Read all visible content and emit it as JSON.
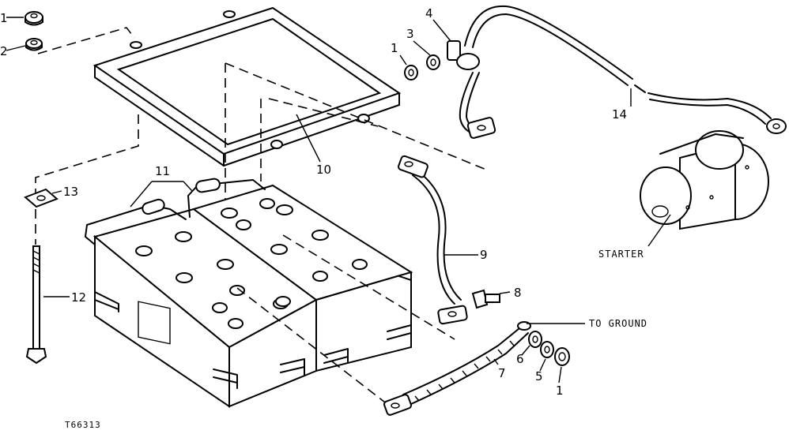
{
  "callouts": {
    "c1_top": "1",
    "c2": "2",
    "c1_mid": "1",
    "c3": "3",
    "c4": "4",
    "c14": "14",
    "c10": "10",
    "c11": "11",
    "c13": "13",
    "c9": "9",
    "c12": "12",
    "c8": "8",
    "c6": "6",
    "c5": "5",
    "c7": "7",
    "c1_bottom": "1"
  },
  "labels": {
    "starter": "STARTER",
    "to_ground": "TO GROUND",
    "figure_id": "T66313"
  }
}
